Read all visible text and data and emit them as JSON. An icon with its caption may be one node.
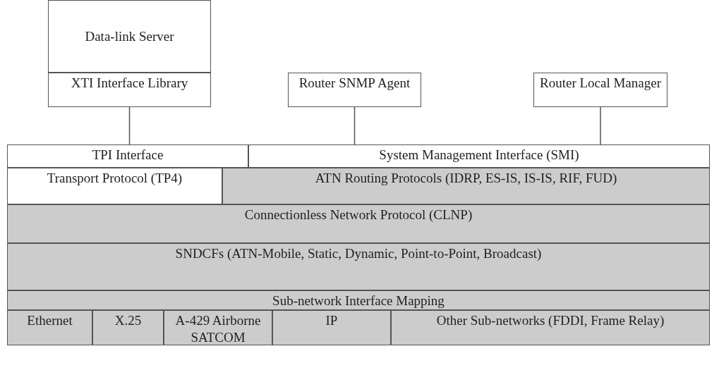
{
  "diagram": {
    "nodes": [
      {
        "text": [
          "Data-link Server"
        ]
      },
      {
        "text": [
          "XTI Interface Library"
        ]
      },
      {
        "text": [
          "Router SNMP Agent"
        ]
      },
      {
        "text": [
          "Router Local Manager"
        ]
      },
      {
        "text": [
          "TPI Interface"
        ]
      },
      {
        "text": [
          "System Management Interface (SMI)"
        ]
      },
      {
        "text": [
          "Transport Protocol (TP4)"
        ]
      },
      {
        "text": [
          "ATN Routing Protocols (IDRP, ES-IS, IS-IS, RIF, FUD)"
        ]
      },
      {
        "text": [
          "Connectionless Network Protocol (CLNP)"
        ]
      },
      {
        "text": [
          "SNDCFs (ATN-Mobile, Static, Dynamic, Point-to-Point, Broadcast)"
        ]
      },
      {
        "text": [
          "Sub-network Interface Mapping"
        ]
      },
      {
        "text": [
          "Ethernet"
        ]
      },
      {
        "text": [
          "X.25"
        ]
      },
      {
        "text": [
          "A-429 Airborne SATCOM"
        ]
      },
      {
        "text": [
          "IP"
        ]
      },
      {
        "text": [
          "Other Sub-networks (FDDI, Frame Relay)"
        ]
      }
    ],
    "edges": [
      {
        "from": 1,
        "to": 4,
        "arrow": "none"
      },
      {
        "from": 2,
        "to": 5,
        "arrow": "none"
      },
      {
        "from": 3,
        "to": 5,
        "arrow": "none"
      }
    ]
  }
}
